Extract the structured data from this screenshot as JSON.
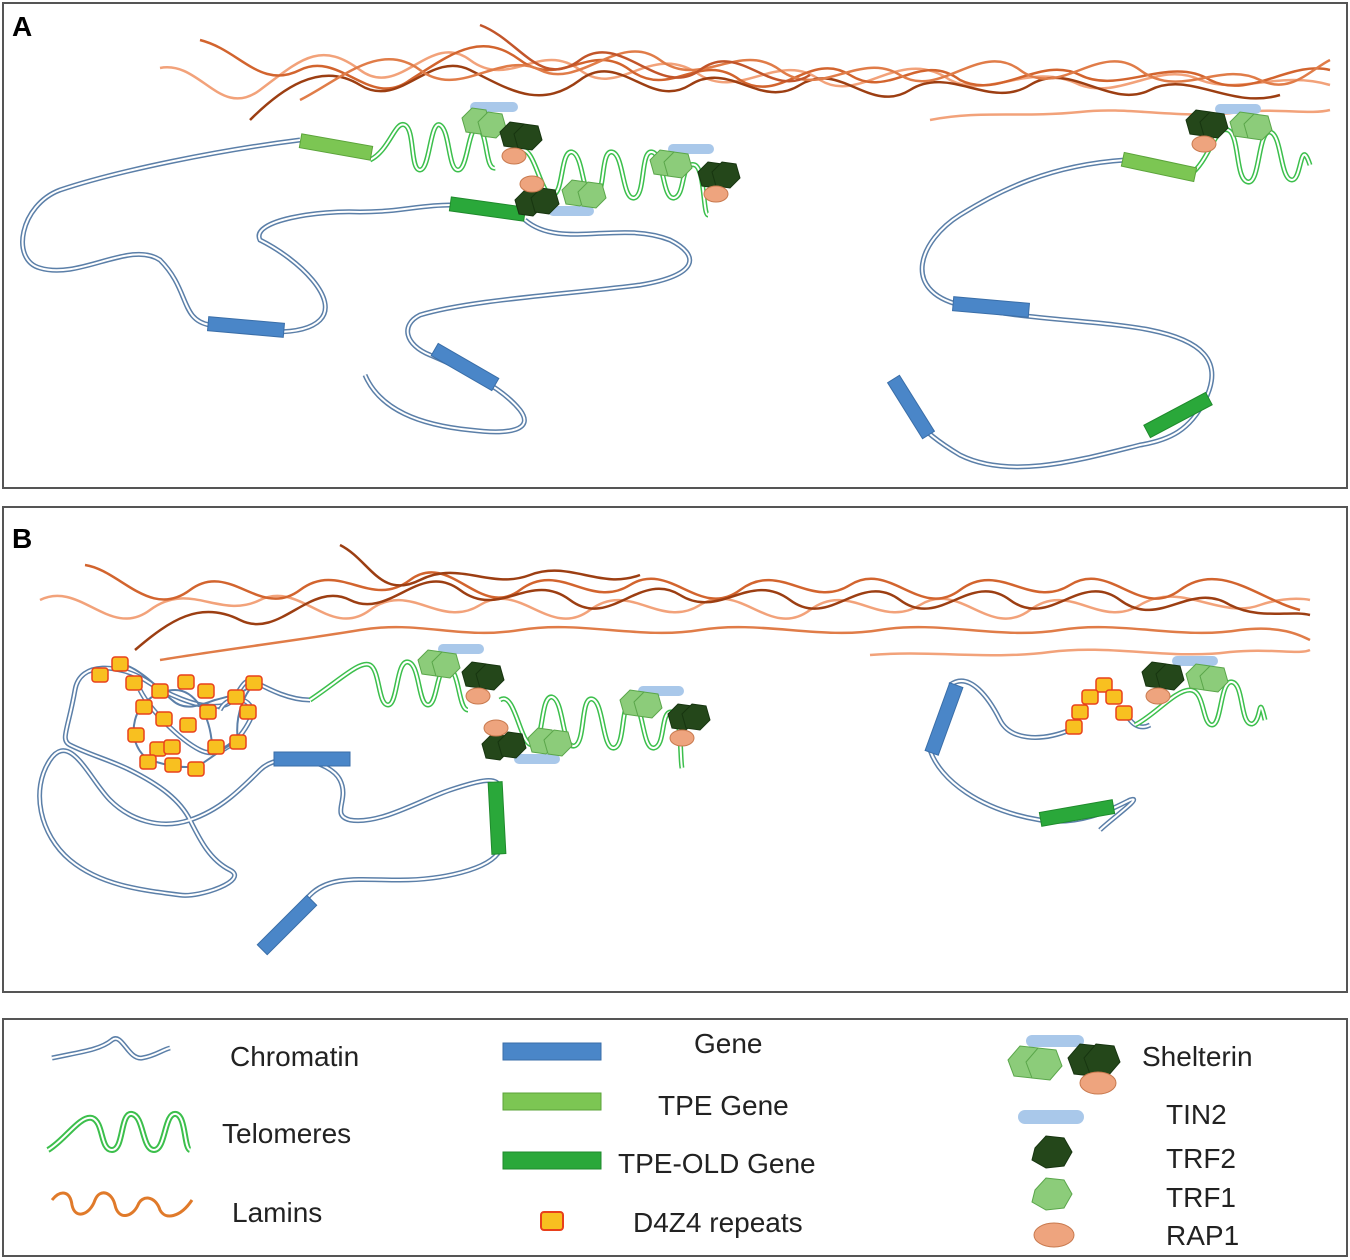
{
  "panels": [
    {
      "id": "A",
      "label": "A"
    },
    {
      "id": "B",
      "label": "B"
    }
  ],
  "legend": {
    "chromatin": "Chromatin",
    "telomeres": "Telomeres",
    "lamins": "Lamins",
    "gene": "Gene",
    "tpe_gene": "TPE Gene",
    "tpe_old_gene": "TPE-OLD Gene",
    "d4z4": "D4Z4 repeats",
    "shelterin": "Shelterin",
    "tin2": "TIN2",
    "trf2": "TRF2",
    "trf1": "TRF1",
    "rap1": "RAP1"
  },
  "colors": {
    "chromatin": "#5b7fa8",
    "telomere": "#3cbf4c",
    "lamin_light": "#f2a27a",
    "lamin_mid": "#d2642e",
    "lamin_dark": "#9c3e12",
    "gene": "#4a86c8",
    "tpe_gene": "#7cc653",
    "tpe_old_gene": "#2aa83a",
    "tin2": "#a9c8ea",
    "trf2": "#24471a",
    "trf1": "#8ccc7a",
    "rap1": "#eea47e",
    "d4z4_fill": "#f8c020",
    "d4z4_stroke": "#e8401c"
  }
}
